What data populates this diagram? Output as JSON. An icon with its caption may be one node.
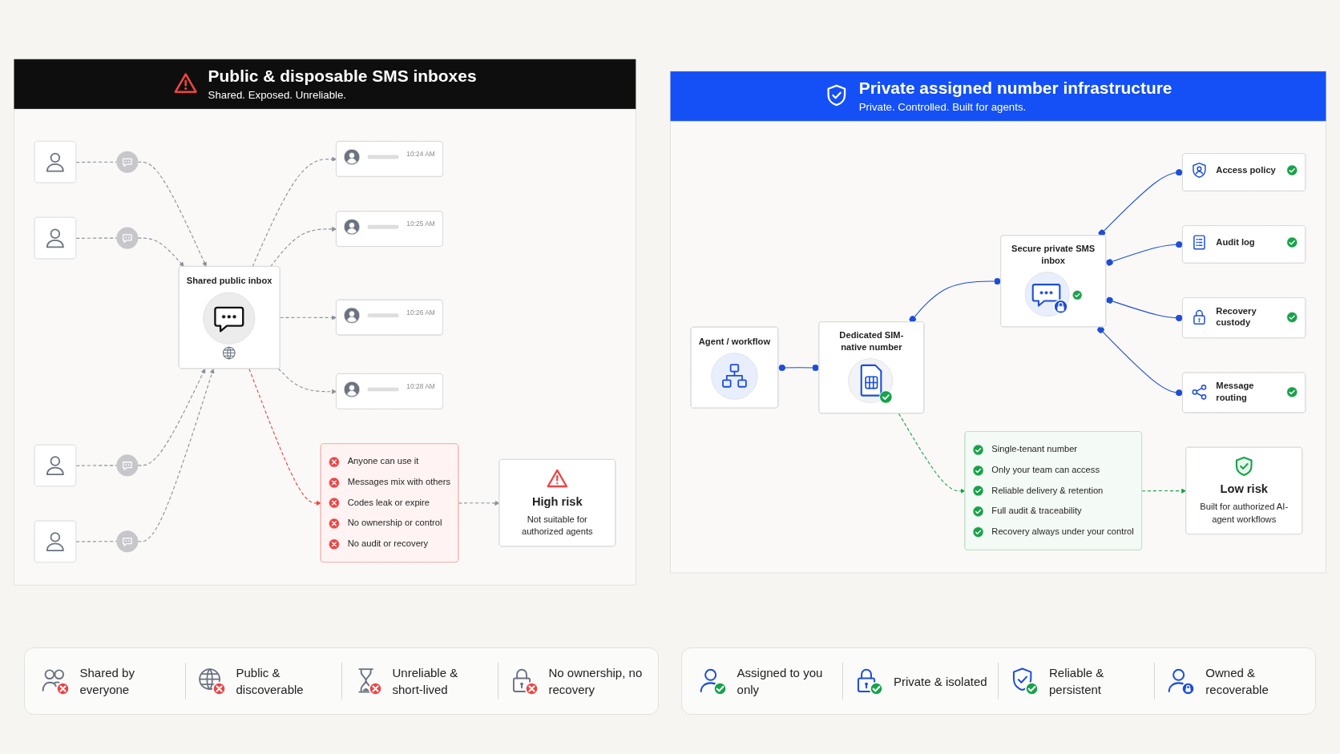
{
  "diagram": {
    "nodes": [
      {
        "text": [
          "Public & disposable SMS inboxes",
          "Shared. Exposed. Unreliable."
        ]
      },
      {
        "text": [],
        "shape": "person",
        "in": 0
      },
      {
        "text": [],
        "shape": "person",
        "in": 0
      },
      {
        "text": [],
        "shape": "person",
        "in": 0
      },
      {
        "text": [],
        "shape": "person",
        "in": 0
      },
      {
        "text": [],
        "shape": "circle",
        "in": 0
      },
      {
        "text": [],
        "shape": "circle",
        "in": 0
      },
      {
        "text": [],
        "shape": "circle",
        "in": 0
      },
      {
        "text": [],
        "shape": "circle",
        "in": 0
      },
      {
        "text": [
          "Shared public inbox"
        ],
        "in": 0
      },
      {
        "text": [
          "10:24 AM"
        ],
        "in": 0
      },
      {
        "text": [
          "10:25 AM"
        ],
        "in": 0
      },
      {
        "text": [
          "10:26 AM"
        ],
        "in": 0
      },
      {
        "text": [
          "10:28 AM"
        ],
        "in": 0
      },
      {
        "text": [
          "Anyone can use it",
          "Messages mix with others",
          "Codes leak or expire",
          "No ownership or control",
          "No audit or recovery"
        ],
        "in": 0
      },
      {
        "text": [
          "High risk",
          "Not suitable for authorized agents"
        ],
        "in": 0
      },
      {
        "text": [
          "Private assigned number infrastructure",
          "Private. Controlled. Built for agents."
        ]
      },
      {
        "text": [
          "Agent / workflow"
        ],
        "in": 16
      },
      {
        "text": [
          "Dedicated SIM-native number"
        ],
        "in": 16
      },
      {
        "text": [
          "Secure private SMS inbox"
        ],
        "in": 16
      },
      {
        "text": [
          "Access policy"
        ],
        "in": 16
      },
      {
        "text": [
          "Audit log"
        ],
        "in": 16
      },
      {
        "text": [
          "Recovery custody"
        ],
        "in": 16
      },
      {
        "text": [
          "Message routing"
        ],
        "in": 16
      },
      {
        "text": [
          "Single-tenant number",
          "Only your team can access",
          "Reliable delivery & retention",
          "Full audit & traceability",
          "Recovery always under your control"
        ],
        "in": 16
      },
      {
        "text": [
          "Low risk",
          "Built for authorized AI-agent workflows"
        ],
        "in": 16
      }
    ],
    "edges": [
      {
        "from": 1,
        "to": 5,
        "arrow": "none",
        "style": "dashed"
      },
      {
        "from": 2,
        "to": 6,
        "arrow": "none",
        "style": "dashed"
      },
      {
        "from": 3,
        "to": 7,
        "arrow": "none",
        "style": "dashed"
      },
      {
        "from": 4,
        "to": 8,
        "arrow": "none",
        "style": "dashed"
      },
      {
        "from": 5,
        "to": 9,
        "arrow": "to",
        "style": "dashed"
      },
      {
        "from": 6,
        "to": 9,
        "arrow": "to",
        "style": "dashed"
      },
      {
        "from": 7,
        "to": 9,
        "arrow": "to",
        "style": "dashed"
      },
      {
        "from": 8,
        "to": 9,
        "arrow": "to",
        "style": "dashed"
      },
      {
        "from": 9,
        "to": 10,
        "arrow": "to",
        "style": "dashed"
      },
      {
        "from": 9,
        "to": 11,
        "arrow": "to",
        "style": "dashed"
      },
      {
        "from": 9,
        "to": 12,
        "arrow": "to",
        "style": "dashed"
      },
      {
        "from": 9,
        "to": 13,
        "arrow": "to",
        "style": "dashed"
      },
      {
        "from": 9,
        "to": 14,
        "arrow": "to",
        "style": "dashed",
        "color": "#ef4444"
      },
      {
        "from": 14,
        "to": 15,
        "arrow": "to",
        "style": "dashed"
      },
      {
        "from": 17,
        "to": 18,
        "arrow": "other",
        "color": "#1d4ed8"
      },
      {
        "from": 18,
        "to": 19,
        "arrow": "other",
        "color": "#1d4ed8"
      },
      {
        "from": 19,
        "to": 20,
        "arrow": "other",
        "color": "#1d4ed8"
      },
      {
        "from": 19,
        "to": 21,
        "arrow": "other",
        "color": "#1d4ed8"
      },
      {
        "from": 19,
        "to": 22,
        "arrow": "other",
        "color": "#1d4ed8"
      },
      {
        "from": 19,
        "to": 23,
        "arrow": "other",
        "color": "#1d4ed8"
      },
      {
        "from": 18,
        "to": 24,
        "arrow": "to",
        "style": "dashed",
        "color": "#16a34a"
      },
      {
        "from": 24,
        "to": 25,
        "arrow": "to",
        "style": "dashed",
        "color": "#16a34a"
      }
    ],
    "labels": [
      "Shared by everyone",
      "Public & discoverable",
      "Unreliable & short-lived",
      "No ownership, no recovery",
      "Assigned to you only",
      "Private & isolated",
      "Reliable & persistent",
      "Owned & recoverable"
    ]
  }
}
